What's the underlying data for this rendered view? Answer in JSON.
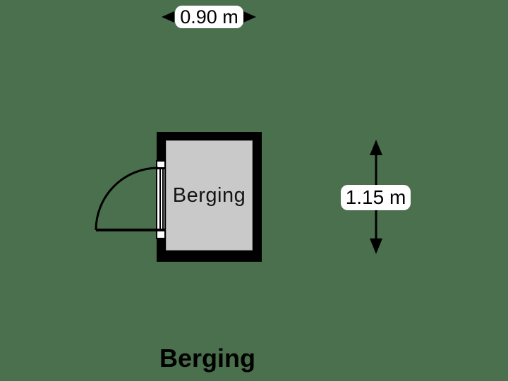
{
  "colors": {
    "background": "#4a704d",
    "wall": "#000000",
    "floor": "#c9c9c9",
    "floor_border": "#9e9e9e",
    "label_box": "#ffffff",
    "text": "#000000",
    "room_text": "#141414"
  },
  "floorplan": {
    "room_label": "Berging",
    "title": "Berging",
    "width_dimension": "0.90 m",
    "height_dimension": "1.15 m"
  }
}
